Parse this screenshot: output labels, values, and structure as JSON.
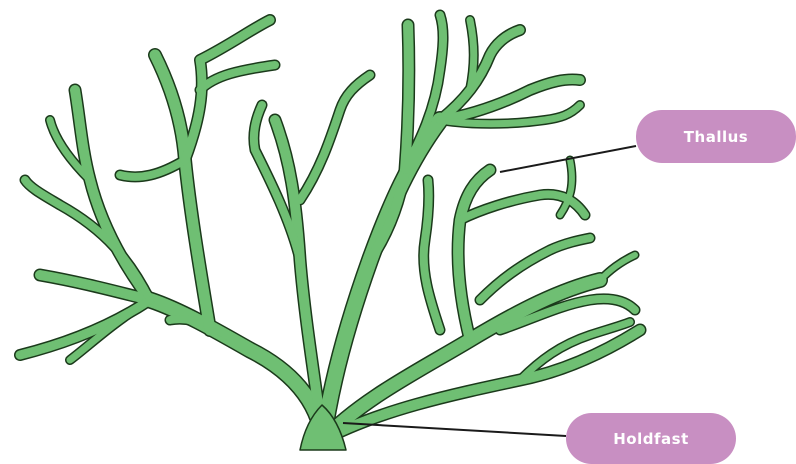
{
  "diagram": {
    "subject": "seaweed",
    "labels": [
      {
        "id": "thallus",
        "text": "Thallus"
      },
      {
        "id": "holdfast",
        "text": "Holdfast"
      }
    ]
  },
  "colors": {
    "plant_fill": "#6fbf73",
    "plant_outline": "#1b3a1b",
    "label_fill": "#c88fc2",
    "label_text": "#ffffff",
    "leader_line": "#1a1a1a"
  }
}
